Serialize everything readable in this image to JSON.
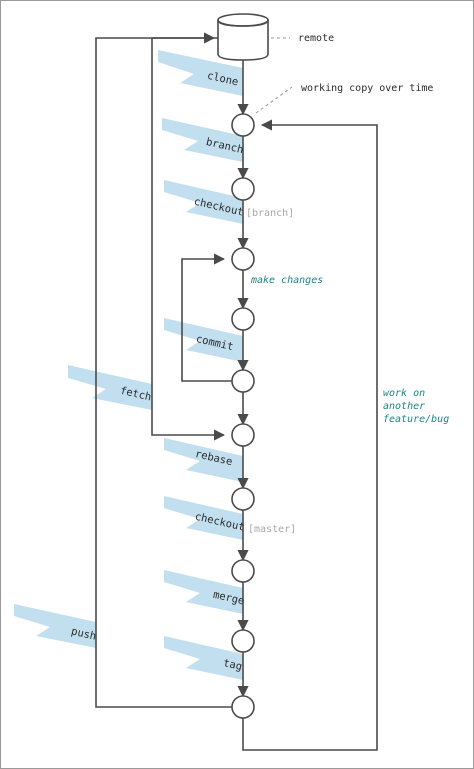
{
  "annotations": {
    "remote": "remote",
    "working_copy": "working copy over time",
    "make_changes": "make changes",
    "work_on_line1": "work on",
    "work_on_line2": "another",
    "work_on_line3": "feature/bug"
  },
  "commands": {
    "clone": "clone",
    "branch": "branch",
    "checkout_1": "checkout",
    "checkout_1_arg": "[branch]",
    "commit": "commit",
    "fetch": "fetch",
    "rebase": "rebase",
    "checkout_2": "checkout",
    "checkout_2_arg": "[master]",
    "merge": "merge",
    "tag": "tag",
    "push": "push"
  },
  "colors": {
    "line": "#4a4a4a",
    "banner": "#c2dff0",
    "accent_text": "#1e8585",
    "muted_text": "#a8a8a8"
  }
}
